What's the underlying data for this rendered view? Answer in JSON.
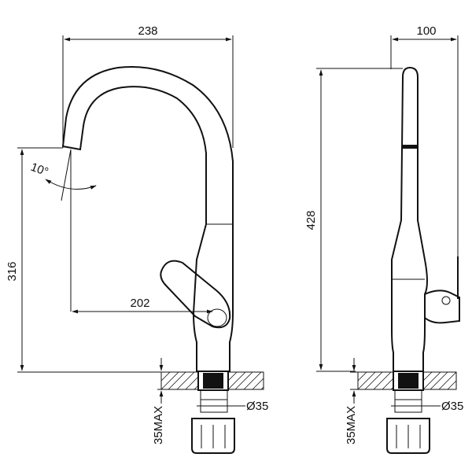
{
  "front_view": {
    "dim_width": "238",
    "dim_height": "316",
    "dim_reach": "202",
    "dim_angle": "10°",
    "dim_hole": "Ø35",
    "dim_max": "35MAX"
  },
  "side_view": {
    "dim_width": "100",
    "dim_height": "428",
    "dim_hole": "Ø35",
    "dim_max": "35MAX"
  }
}
